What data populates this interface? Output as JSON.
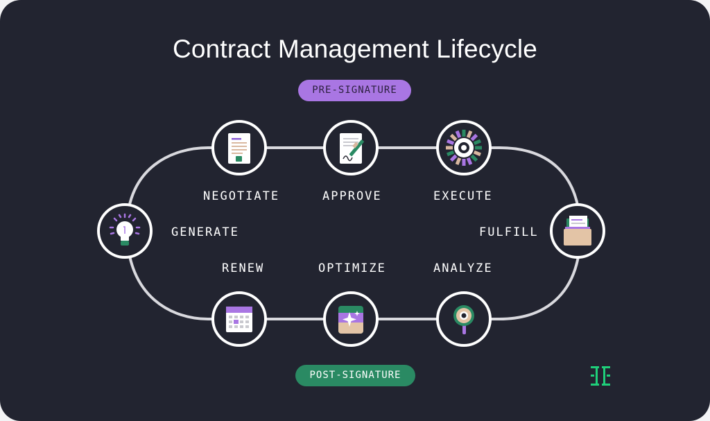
{
  "title": "Contract Management Lifecycle",
  "phases": {
    "pre_signature": "PRE-SIGNATURE",
    "post_signature": "POST-SIGNATURE"
  },
  "stages": {
    "generate": "GENERATE",
    "negotiate": "NEGOTIATE",
    "approve": "APPROVE",
    "execute": "EXECUTE",
    "fulfill": "FULFILL",
    "analyze": "ANALYZE",
    "optimize": "OPTIMIZE",
    "renew": "RENEW"
  },
  "icons": {
    "generate": "lightbulb-icon",
    "negotiate": "document-icon",
    "approve": "signed-document-icon",
    "execute": "gear-icon",
    "fulfill": "file-folder-icon",
    "analyze": "magnifier-eye-icon",
    "optimize": "sparkle-icon",
    "renew": "calendar-icon"
  },
  "colors": {
    "background": "#222430",
    "pre_signature_accent": "#a976e3",
    "post_signature_accent": "#2a8a63",
    "brand": "#1fcf7a"
  }
}
